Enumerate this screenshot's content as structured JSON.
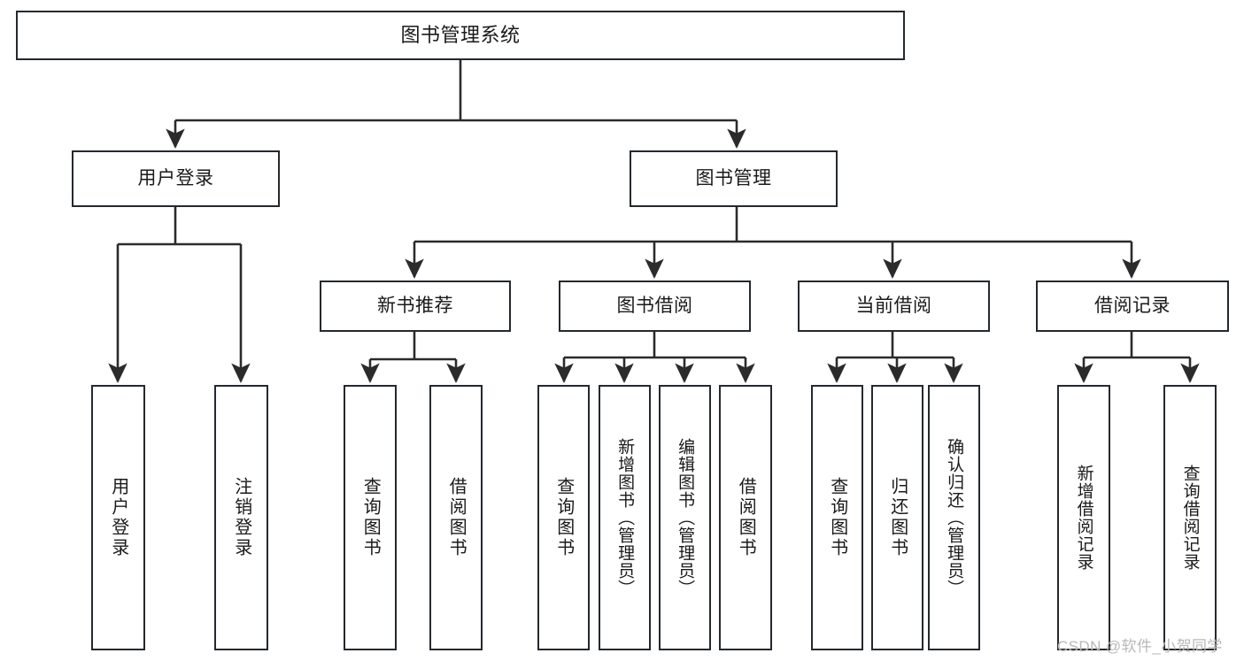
{
  "diagram": {
    "title": "图书管理系统",
    "watermark": "CSDN @软件_小贺同学",
    "colors": {
      "box_border": "#24292e",
      "box_fill": "#ffffff",
      "edge": "#2b2b2b",
      "text": "#1a1a1a",
      "watermark": "#b8b8b8",
      "background": "#ffffff"
    },
    "nodes": {
      "root": {
        "label": "图书管理系统"
      },
      "level2": [
        {
          "label": "用户登录"
        },
        {
          "label": "图书管理"
        }
      ],
      "level3": [
        {
          "label": "新书推荐"
        },
        {
          "label": "图书借阅"
        },
        {
          "label": "当前借阅"
        },
        {
          "label": "借阅记录"
        }
      ],
      "leaves": {
        "user_login": [
          {
            "label": "用户登录"
          },
          {
            "label": "注销登录"
          }
        ],
        "new_book_recommend": [
          {
            "label": "查询图书"
          },
          {
            "label": "借阅图书"
          }
        ],
        "book_borrow": [
          {
            "label": "查询图书"
          },
          {
            "label": "新增图书（管理员）"
          },
          {
            "label": "编辑图书（管理员）"
          },
          {
            "label": "借阅图书"
          }
        ],
        "current_borrow": [
          {
            "label": "查询图书"
          },
          {
            "label": "归还图书"
          },
          {
            "label": "确认归还（管理员）"
          }
        ],
        "borrow_record": [
          {
            "label": "新增借阅记录"
          },
          {
            "label": "查询借阅记录"
          }
        ]
      }
    }
  }
}
